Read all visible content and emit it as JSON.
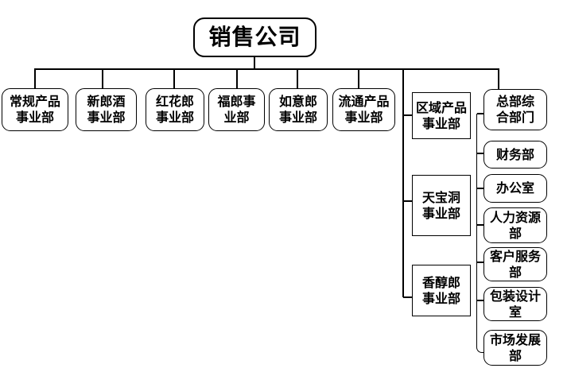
{
  "diagram": {
    "type": "org-chart",
    "colors": {
      "line": "#000000",
      "background": "#ffffff",
      "text": "#000000"
    },
    "root": {
      "label": "销售公司"
    },
    "divisions": [
      {
        "label": "常规产品\n事业部"
      },
      {
        "label": "新郎酒\n事业部"
      },
      {
        "label": "红花郎\n事业部"
      },
      {
        "label": "福郎事\n业部"
      },
      {
        "label": "如意郎\n事业部"
      },
      {
        "label": "流通产品\n事业部"
      },
      {
        "label": "区域产品\n事业部"
      },
      {
        "label": "天宝洞\n事业部"
      },
      {
        "label": "香醇郎\n事业部"
      },
      {
        "label": "总部综\n合部门"
      }
    ],
    "hq_sub_departments": [
      {
        "label": "财务部"
      },
      {
        "label": "办公室"
      },
      {
        "label": "人力资源\n部"
      },
      {
        "label": "客户服务\n部"
      },
      {
        "label": "包装设计\n室"
      },
      {
        "label": "市场发展\n部"
      }
    ]
  }
}
